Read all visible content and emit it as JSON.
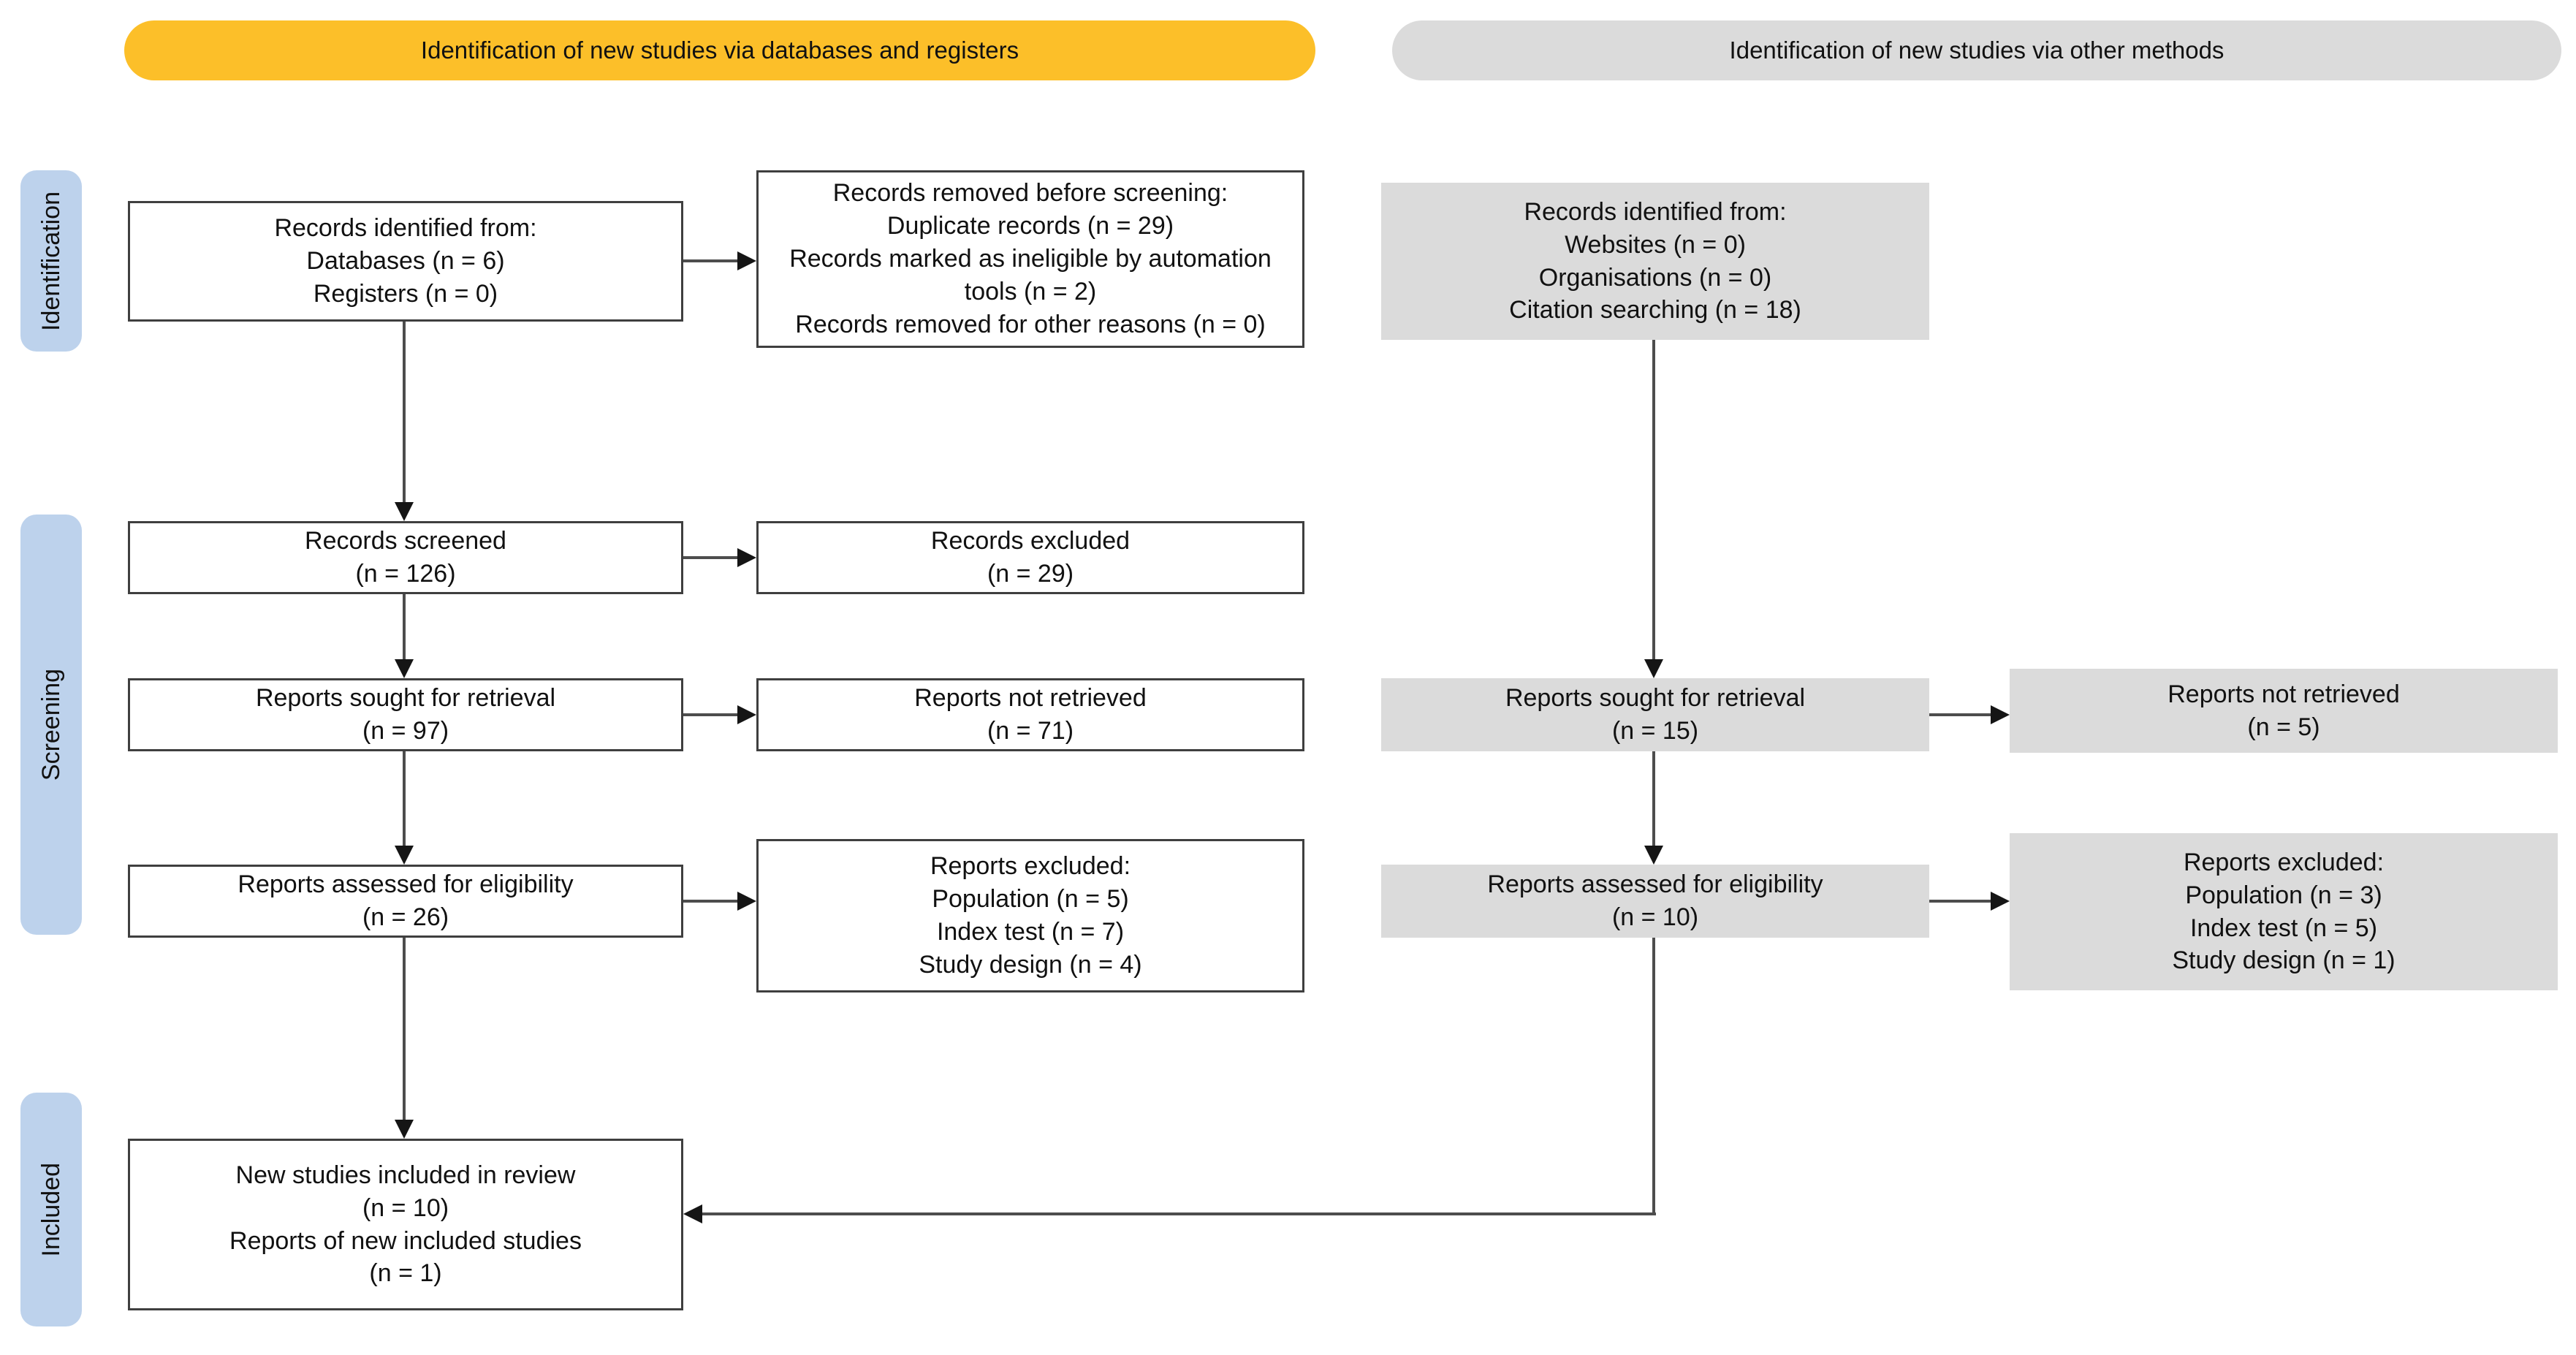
{
  "colors": {
    "accent_orange": "#FCBF29",
    "header_gray": "#DBDBDB",
    "stage_blue": "#BDD2EC",
    "box_gray": "#DBDBDB",
    "box_border": "#3F3F3F",
    "line": "#4D4D4D"
  },
  "headers": {
    "databases": "Identification of new studies via databases and registers",
    "other": "Identification of new studies via other methods"
  },
  "stages": {
    "identification": "Identification",
    "screening": "Screening",
    "included": "Included"
  },
  "boxes": {
    "records_identified_db": {
      "lines": [
        "Records identified from:",
        "Databases (n = 6)",
        "Registers (n = 0)"
      ]
    },
    "records_removed": {
      "lines": [
        "Records removed before screening:",
        "Duplicate records (n = 29)",
        "Records marked as ineligible by automation tools (n = 2)",
        "Records removed for other reasons (n = 0)"
      ]
    },
    "records_identified_other": {
      "lines": [
        "Records identified from:",
        "Websites (n = 0)",
        "Organisations (n = 0)",
        "Citation searching (n = 18)"
      ]
    },
    "records_screened": {
      "lines": [
        "Records screened",
        "(n = 126)"
      ]
    },
    "records_excluded": {
      "lines": [
        "Records excluded",
        "(n = 29)"
      ]
    },
    "reports_sought_db": {
      "lines": [
        "Reports sought for retrieval",
        "(n = 97)"
      ]
    },
    "reports_not_retrieved_db": {
      "lines": [
        "Reports not retrieved",
        "(n = 71)"
      ]
    },
    "reports_sought_other": {
      "lines": [
        "Reports sought for retrieval",
        "(n = 15)"
      ]
    },
    "reports_not_retrieved_other": {
      "lines": [
        "Reports not retrieved",
        "(n = 5)"
      ]
    },
    "reports_assessed_db": {
      "lines": [
        "Reports assessed for eligibility",
        "(n = 26)"
      ]
    },
    "reports_excluded_db": {
      "lines": [
        "Reports excluded:",
        "Population (n = 5)",
        "Index test (n = 7)",
        "Study design (n = 4)"
      ]
    },
    "reports_assessed_other": {
      "lines": [
        "Reports assessed for eligibility",
        "(n = 10)"
      ]
    },
    "reports_excluded_other": {
      "lines": [
        "Reports excluded:",
        "Population (n = 3)",
        "Index test (n = 5)",
        "Study design (n = 1)"
      ]
    },
    "included_studies": {
      "lines": [
        "New studies included in review",
        "(n = 10)",
        "Reports of new included studies",
        "(n = 1)"
      ]
    }
  }
}
